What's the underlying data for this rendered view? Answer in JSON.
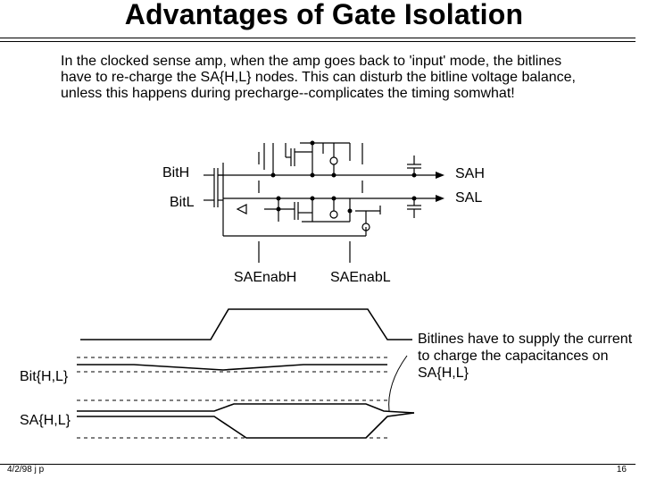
{
  "title": "Advantages of Gate Isolation",
  "description": "In the clocked sense amp, when the amp goes back to 'input' mode, the bitlines have to re-charge the SA{H,L} nodes.  This can disturb the bitline voltage balance, unless this happens during precharge--complicates the timing somwhat!",
  "circuit": {
    "bith_label": "BitH",
    "bitl_label": "BitL",
    "sah_label": "SAH",
    "sal_label": "SAL",
    "saenabh_label": "SAEnabH",
    "saenabl_label": "SAEnabL"
  },
  "waveform": {
    "bit_label": "Bit{H,L}",
    "sa_label": "SA{H,L}",
    "annotation": "Bitlines have to supply the current to charge the capacitances on SA{H,L}"
  },
  "footer": {
    "left": "4/2/98  j p",
    "right": "16"
  }
}
